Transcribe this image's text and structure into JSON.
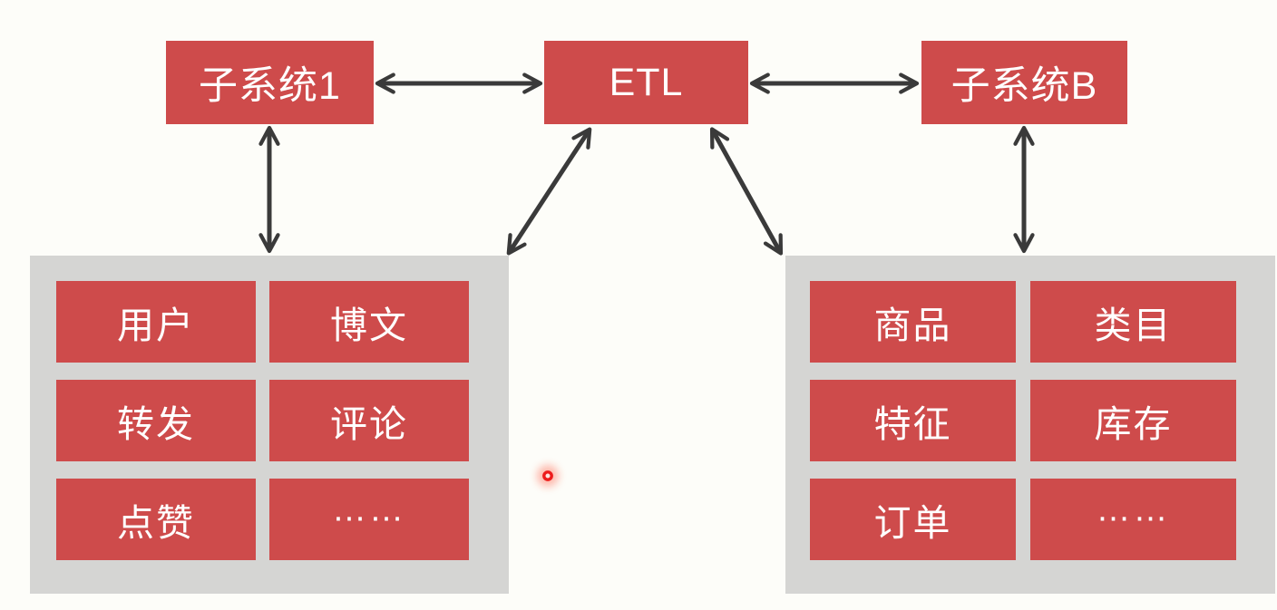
{
  "colors": {
    "background": "#FDFDF9",
    "node_red": "#CE4B4B",
    "container_gray": "#D5D5D3",
    "arrow_dark": "#3A3A3A",
    "text_white": "#FFFFFF",
    "laser_red": "#ED1C1C"
  },
  "nodes": {
    "subsystem1": {
      "label": "子系统1"
    },
    "etl": {
      "label": "ETL"
    },
    "subsystemB": {
      "label": "子系统B"
    }
  },
  "left_store": {
    "items": [
      "用户",
      "博文",
      "转发",
      "评论",
      "点赞",
      "……"
    ]
  },
  "right_store": {
    "items": [
      "商品",
      "类目",
      "特征",
      "库存",
      "订单",
      "……"
    ]
  },
  "connections": [
    {
      "from": "subsystem1",
      "to": "etl",
      "type": "bidirectional"
    },
    {
      "from": "etl",
      "to": "subsystemB",
      "type": "bidirectional"
    },
    {
      "from": "subsystem1",
      "to": "left-store",
      "type": "bidirectional"
    },
    {
      "from": "subsystemB",
      "to": "right-store",
      "type": "bidirectional"
    },
    {
      "from": "etl",
      "to": "left-store",
      "type": "bidirectional"
    },
    {
      "from": "etl",
      "to": "right-store",
      "type": "bidirectional"
    }
  ]
}
